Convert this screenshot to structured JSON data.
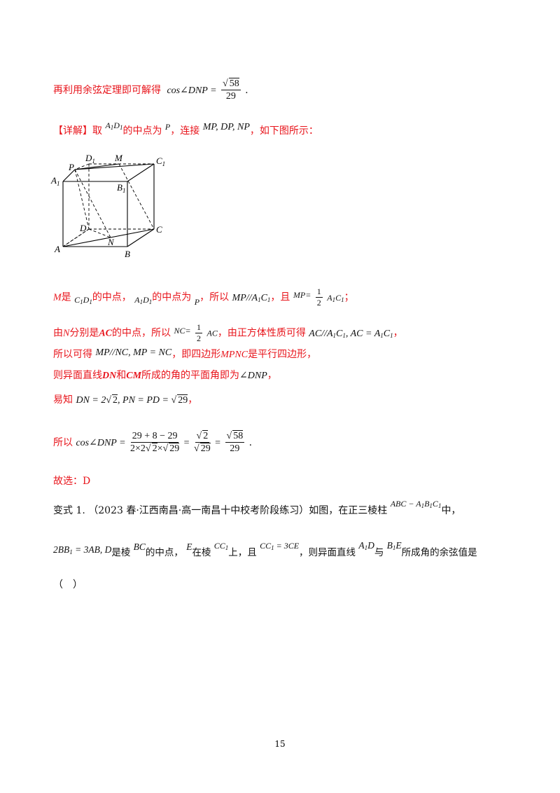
{
  "line1": {
    "text": "再利用余弦定理即可解得",
    "cos": "cos∠DNP =",
    "num": "58",
    "den": "29",
    "end": "."
  },
  "detail": {
    "tag": "【详解】",
    "t1": "取",
    "seg": "A",
    "seg_sub1": "1",
    "seg2": "D",
    "seg_sub2": "1",
    "t2": "的中点为",
    "p": "P",
    "t3": "，连接",
    "list": "MP, DP, NP",
    "t4": "，如下图所示："
  },
  "figure": {
    "labels": {
      "D1": "D",
      "D1s": "1",
      "M": "M",
      "C1": "C",
      "C1s": "1",
      "P": "P",
      "A1": "A",
      "A1s": "1",
      "B1": "B",
      "B1s": "1",
      "D": "D",
      "C": "C",
      "N": "N",
      "A": "A",
      "B": "B"
    }
  },
  "l2": {
    "m": "M",
    "t1": "是",
    "c1d1": "C",
    "t2": "的中点，",
    "a1d1": "A",
    "t3": "的中点为",
    "p": "P",
    "t4": "，所以",
    "rel": "MP//A",
    "t5": "，且",
    "mp": "MP=",
    "half_n": "1",
    "half_d": "2",
    "a1c1": "A",
    "t6": "；"
  },
  "l3": {
    "t1": "由",
    "n": "N",
    "t2": "分别是",
    "ac": "AC",
    "t3": "的中点，所以",
    "nc": "NC=",
    "half_n": "1",
    "half_d": "2",
    "ac2": "AC",
    "t4": "，由正方体性质可得",
    "rel": "AC//A",
    "rel2": ", AC = A",
    "t5": "，"
  },
  "l4": {
    "t1": "所以可得",
    "rel": "MP//NC, MP = NC",
    "t2": "，即四边形",
    "q": "MPNC",
    "t3": "是平行四边形，"
  },
  "l5": {
    "t1": "则异面直线",
    "dn": "DN",
    "t2": "和",
    "cm": "CM",
    "t3": "所成的角的平面角即为",
    "ang": "∠DNP",
    "t4": "，"
  },
  "l6": {
    "t1": "易知",
    "e1": "DN = 2",
    "r1": "2",
    "e2": ", PN = PD =",
    "r2": "29",
    "t2": "，"
  },
  "l7": {
    "t1": "所以",
    "cos": "cos∠DNP =",
    "n1": "29 + 8 − 29",
    "d1a": "2×2",
    "d1r1": "2",
    "d1b": "×",
    "d1r2": "29",
    "eq": "=",
    "n2r": "2",
    "d2r": "29",
    "eq2": "=",
    "n3r": "58",
    "d3": "29",
    "end": "."
  },
  "l8": {
    "text": "故选：D"
  },
  "l9": {
    "t1": "变式 1. （2023 春·江西南昌·高一南昌十中校考阶段练习）如图，在正三棱柱",
    "prism": "ABC − A",
    "t2": "中，"
  },
  "l10": {
    "e1": "2BB",
    "e1b": "= 3AB, D",
    "t1": "是棱",
    "bc": "BC",
    "t2": "的中点，",
    "e": "E",
    "t3": "在棱",
    "cc": "CC",
    "t4": "上，且",
    "cc2": "CC",
    "cc2b": "= 3CE",
    "t5": "，则异面直线",
    "a1d": "A",
    "t6": "与",
    "b1e": "B",
    "t7": "所成角的余弦值是"
  },
  "l11": {
    "text": "（　）"
  },
  "page": {
    "number": "15"
  }
}
